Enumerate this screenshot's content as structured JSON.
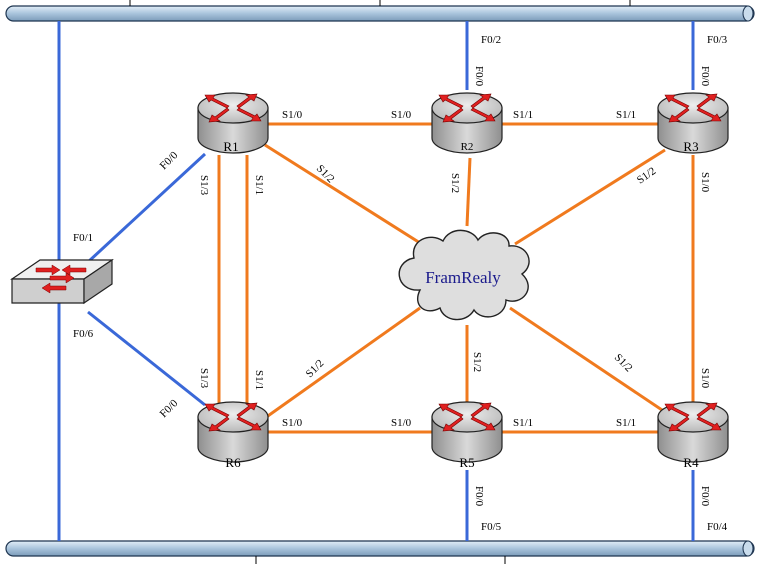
{
  "routers": {
    "r1": "R1",
    "r2": "R2",
    "r3": "R3",
    "r4": "R4",
    "r5": "R5",
    "r6": "R6"
  },
  "cloud_label": "FramRealy",
  "labels": {
    "r1_r2_left": "S1/0",
    "r1_r2_right": "S1/0",
    "r2_r3_left": "S1/1",
    "r2_r3_right": "S1/1",
    "r6_r5_left": "S1/0",
    "r6_r5_right": "S1/0",
    "r5_r4_left": "S1/1",
    "r5_r4_right": "S1/1",
    "r1_s13": "S1/3",
    "r1_s11": "S1/1",
    "r6_s13": "S1/3",
    "r6_s11": "S1/1",
    "r1_s12": "S1/2",
    "r2_s12": "S1/2",
    "r3_s12": "S1/2",
    "r6_s12": "S1/2",
    "r5_s12": "S1/2",
    "r4_s12": "S1/2",
    "r3_s10": "S1/0",
    "r4_s10": "S1/0",
    "r2_f02": "F0/2",
    "r2_f00": "F0/0",
    "r3_f03": "F0/3",
    "r3_f00": "F0/0",
    "r5_f00": "F0/0",
    "r5_f05": "F0/5",
    "r4_f00": "F0/0",
    "r4_f04": "F0/4",
    "r1_f00": "F0/0",
    "r6_f00": "F0/0",
    "sw_f01": "F0/1",
    "sw_f06": "F0/6"
  },
  "colors": {
    "serial_link": "#f07a1e",
    "ethernet_link": "#3a68d8",
    "router_body": "#c8c8c8",
    "arrow": "#e02020",
    "bus": "#a9c4dc"
  },
  "icons": [
    "router-icon",
    "switch-icon",
    "cloud-icon",
    "bus-bar"
  ]
}
